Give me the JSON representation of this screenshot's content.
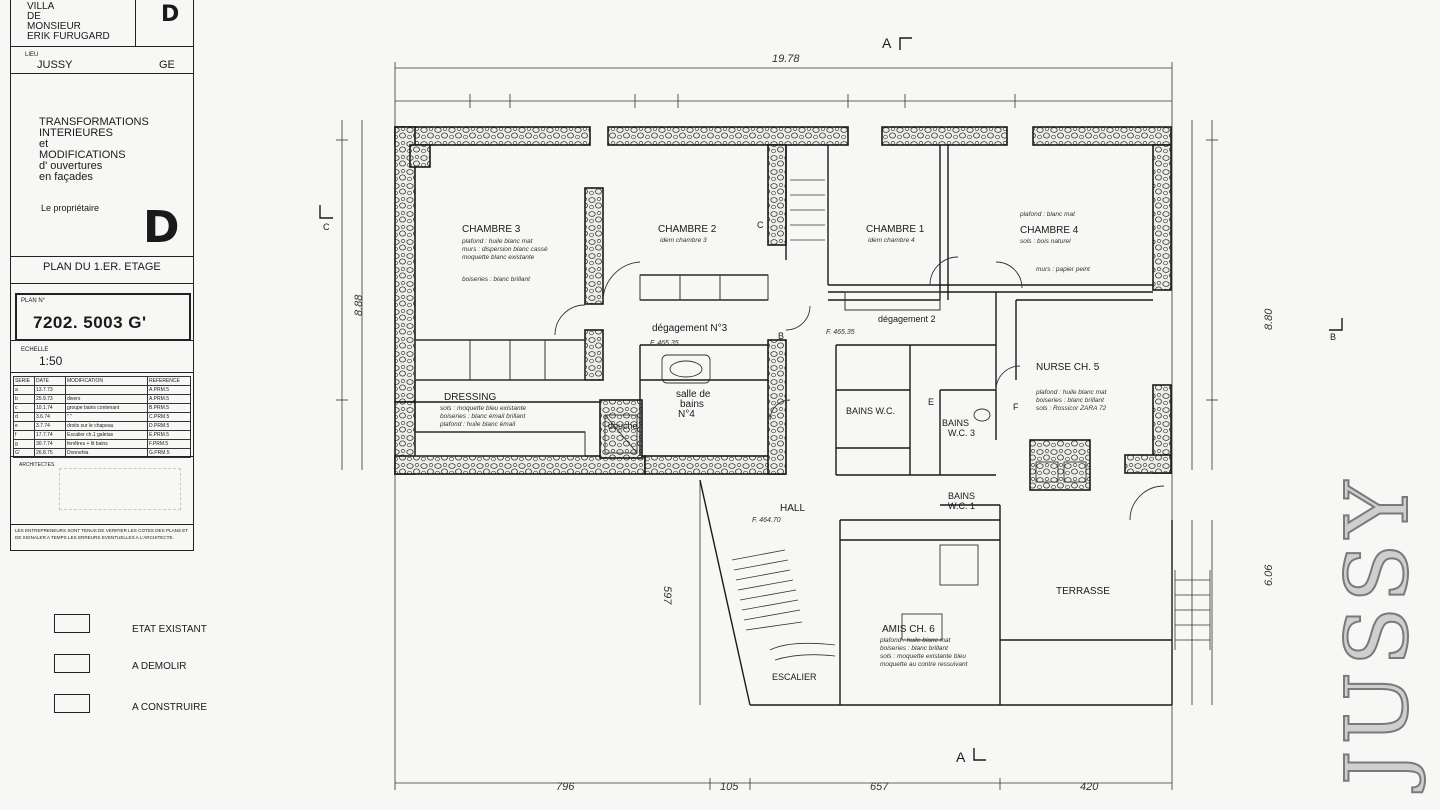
{
  "title_block": {
    "owner_lines": [
      "VILLA",
      "DE",
      "MONSIEUR",
      "ERIK  FURUGARD"
    ],
    "sheet_letter": "D",
    "place_prefix": "LIEU",
    "place": "JUSSY",
    "canton": "GE",
    "description_lines": [
      "TRANSFORMATIONS",
      "INTERIEURES",
      "et",
      "MODIFICATIONS",
      "d' ouvertures",
      "en façades"
    ],
    "owner_label": "Le propriétaire",
    "big_letter": "D",
    "plan_title": "PLAN  DU 1.ER. ETAGE",
    "plan_no_label": "PLAN N°",
    "plan_no": "7202. 5003 G'",
    "scale_label": "ECHELLE",
    "scale": "1:50",
    "revision_headers": [
      "SERIE",
      "DATE",
      "MODIFICATION",
      "REFERENCE"
    ],
    "revision_rows": [
      [
        "a",
        "13.7.73",
        "",
        "A.PRM.5"
      ],
      [
        "b",
        "25.9.73",
        "divers",
        "A.PRM.5"
      ],
      [
        "c",
        "10.1.74",
        "groupe bains contenant",
        "B.PRM.5"
      ],
      [
        "d",
        "3.6.74",
        "\"   \"",
        "C.PRM.5"
      ],
      [
        "e",
        "3.7.74",
        "droits sur le chapeau",
        "D.PRM.5"
      ],
      [
        "f",
        "17.7.74",
        "Escalier ch.1 galetas",
        "E.PRM.5"
      ],
      [
        "g",
        "30.7.74",
        "fenêtres + lit bains",
        "F.PRM.5"
      ],
      [
        "G'",
        "26.8.75",
        "Donnehia",
        "G.PRM.5"
      ]
    ],
    "architects_label": "ARCHITECTES",
    "footer_note": "LES ENTREPRENEURS SONT TENUS DE VERIFIER LES COTES DES PLANS ET DE SIGNALER A TEMPS LES ERREURS EVENTUELLES A L'ARCHITECTE."
  },
  "legend": [
    {
      "label": "ETAT  EXISTANT"
    },
    {
      "label": "A  DEMOLIR"
    },
    {
      "label": "A  CONSTRUIRE"
    }
  ],
  "section_marks": {
    "a_top": "A",
    "a_bottom": "A",
    "b": "B",
    "c": "C",
    "c_inner": "C",
    "b_inner": "B",
    "e": "E",
    "f": "F"
  },
  "overall_dims": {
    "top": "19.78",
    "left": "8.88",
    "right": "8.80",
    "right_lower": "6.06",
    "bottom": [
      "796",
      "105",
      "657",
      "420"
    ],
    "stair": "597"
  },
  "rooms": {
    "ch3": "CHAMBRE  3",
    "ch2": "CHAMBRE  2",
    "ch1": "CHAMBRE  1",
    "ch4": "CHAMBRE  4",
    "deg3": "dégagement N°3",
    "deg2": "dégagement  2",
    "nurse": "NURSE  CH. 5",
    "dressing": "DRESSING",
    "sdb": "salle de",
    "sdb2": "bains",
    "sdb3": "N°4",
    "douche": "douche",
    "bains_wc": "BAINS  W.C.",
    "bains_wc3": "BAINS",
    "bains_wc3b": "W.C. 3",
    "bains_wc1": "BAINS",
    "bains_wc1b": "W.C. 1",
    "hall": "HALL",
    "terrasse": "TERRASSE",
    "amis": "AMIS  CH. 6",
    "escalier": "ESCALIER"
  },
  "notes": {
    "ch3": [
      "plafond : huile blanc mat",
      "murs : dispersion blanc cassé",
      "moquette blanc existante",
      "boiseries : blanc brillant"
    ],
    "ch2": [
      "idem chambre 3"
    ],
    "ch1": [
      "idem chambre 4"
    ],
    "ch4": [
      "plafond : blanc mat",
      "sols : bois naturel",
      "murs : papier peint"
    ],
    "nurse": [
      "plafond : huile blanc mat",
      "boiseries : blanc brillant",
      "sols : Rossicor ZARA 72"
    ],
    "dressing": [
      "sols : moquette bleu existante",
      "boiseries : blanc émail brillant",
      "plafond : huile blanc émail"
    ],
    "amis": [
      "plafond : huile blanc mat",
      "boiseries : blanc brillant",
      "sols : moquette existante bleu",
      "moquette au contre ressuivant"
    ],
    "levels": [
      "F. 465.35",
      "F. 465.35",
      "F. 464.70"
    ]
  },
  "stamp": "JUSSY"
}
